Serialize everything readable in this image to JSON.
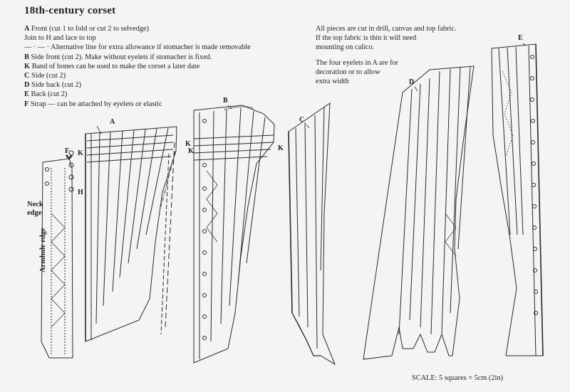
{
  "title": "18th-century corset",
  "legend": [
    {
      "key": "A",
      "text": " Front (cut 1 to fold or cut 2 to selvedge)"
    },
    {
      "key": "",
      "text": "Join to H and lace to top"
    },
    {
      "key": "",
      "text": "— · — · Alternative line for extra allowance if stomacher is made removable"
    },
    {
      "key": "B",
      "text": " Side front (cut 2). Make without eyelets if stomacher is fixed."
    },
    {
      "key": "K",
      "text": " Band of bones can be used to make the corset a later date"
    },
    {
      "key": "C",
      "text": " Side (cut 2)"
    },
    {
      "key": "D",
      "text": " Side back (cut 2)"
    },
    {
      "key": "E",
      "text": " Back (cut 2)"
    },
    {
      "key": "F",
      "text": " Strap — can be attached by eyelets or elastic"
    }
  ],
  "notes": [
    "All pieces are cut in drill, canvas and top fabric.",
    "If the top fabric is thin it will need",
    "mounting on calico.",
    "",
    "The four eyelets in A are for",
    "decoration or to allow",
    "extra width"
  ],
  "scale": "SCALE:  5 squares = 5cm (2in)",
  "labels": {
    "A": "A",
    "B": "B",
    "C": "C",
    "D": "D",
    "E": "E",
    "F": "F",
    "H": "H",
    "K": "K",
    "neck_edge_1": "Neck",
    "neck_edge_2": "edge",
    "armhole_edge": "Armhole edge"
  }
}
